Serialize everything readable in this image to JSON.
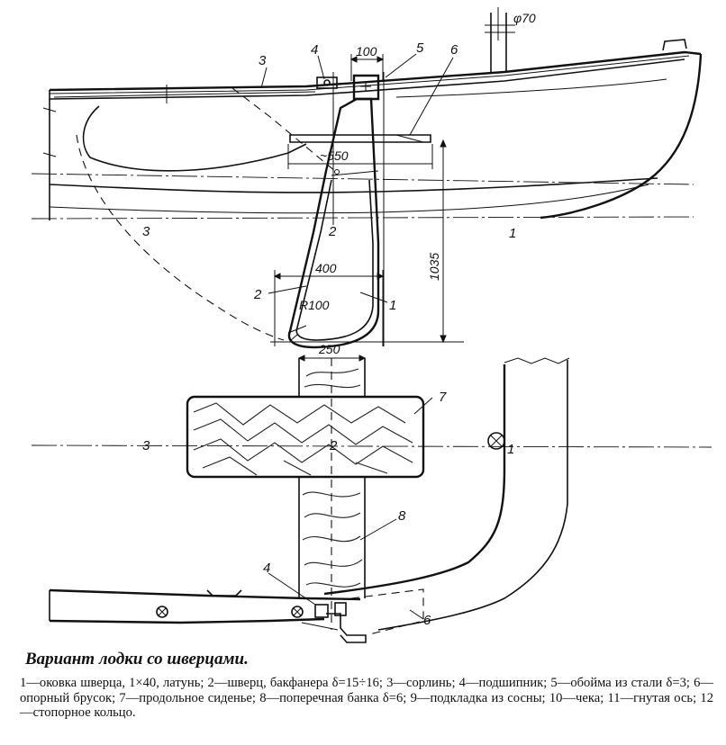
{
  "title": "Вариант лодки со шверцами.",
  "legend_text": "1—оковка шверца, 1×40, латунь; 2—шверц, бакфанера δ=15÷16; 3—сорлинь; 4—подшипник; 5—обойма из стали δ=3; 6—опорный брусок; 7—продольное сиденье; 8—поперечная банка δ=6; 9—подкладка из сосны; 10—чека; 11—гнутая ось; 12—стопорное кольцо.",
  "dimensions": {
    "mast": "φ70",
    "holder_width": "100",
    "block_length": "~550",
    "board_width": "400",
    "radius": "R100",
    "depth": "1035",
    "seat_width": "250"
  },
  "labels": {
    "l1a": "1",
    "l1b": "1",
    "l1c": "1",
    "l2a": "2",
    "l2b": "2",
    "l2c": "2",
    "l3a": "3",
    "l3b": "3",
    "l3c": "3",
    "l4a": "4",
    "l4b": "4",
    "l5": "5",
    "l6a": "6",
    "l6b": "6",
    "l7": "7",
    "l8": "8"
  }
}
